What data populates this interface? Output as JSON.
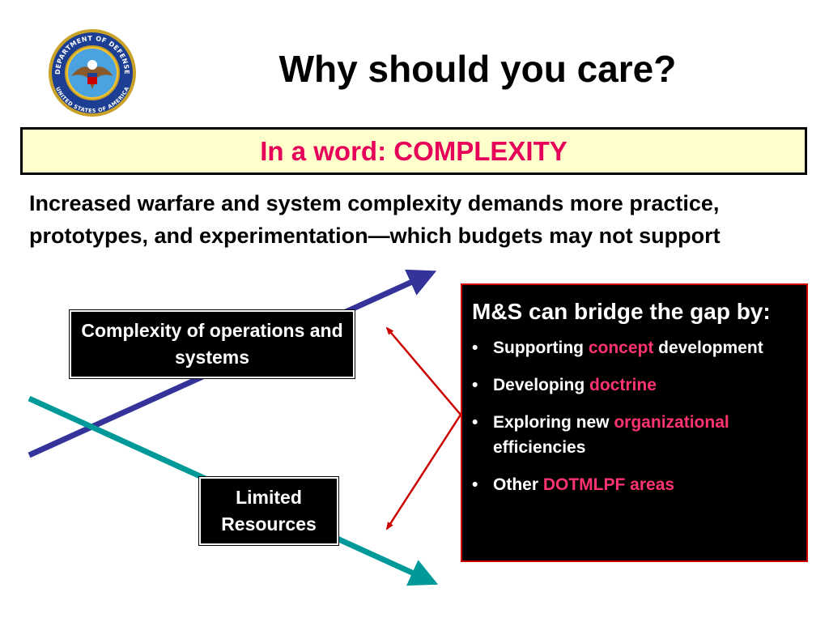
{
  "title": "Why should you care?",
  "banner": "In a word:  COMPLEXITY",
  "intro": "Increased warfare and system complexity demands more practice, prototypes, and experimentation—which budgets may not support",
  "labels": {
    "complexity": "Complexity of operations and systems",
    "limited": "Limited Resources"
  },
  "ms_box": {
    "heading": "M&S can bridge the gap by:",
    "bullets": [
      {
        "prefix": "Supporting ",
        "highlight": "concept",
        "suffix": " development"
      },
      {
        "prefix": "Developing ",
        "highlight": "doctrine",
        "suffix": ""
      },
      {
        "prefix": "Exploring new ",
        "highlight": "organizational",
        "suffix": " efficiencies"
      },
      {
        "prefix": "Other ",
        "highlight": "DOTMLPF areas",
        "suffix": ""
      }
    ]
  },
  "colors": {
    "rising_arrow": "#333399",
    "falling_arrow": "#009999",
    "connector_arrow": "#cc0000",
    "highlight": "#ff3370",
    "banner_text": "#e6005a",
    "banner_bg": "#ffffcc"
  },
  "seal": {
    "top_text": "DEPARTMENT OF DEFENSE",
    "bottom_text": "UNITED STATES OF AMERICA"
  }
}
